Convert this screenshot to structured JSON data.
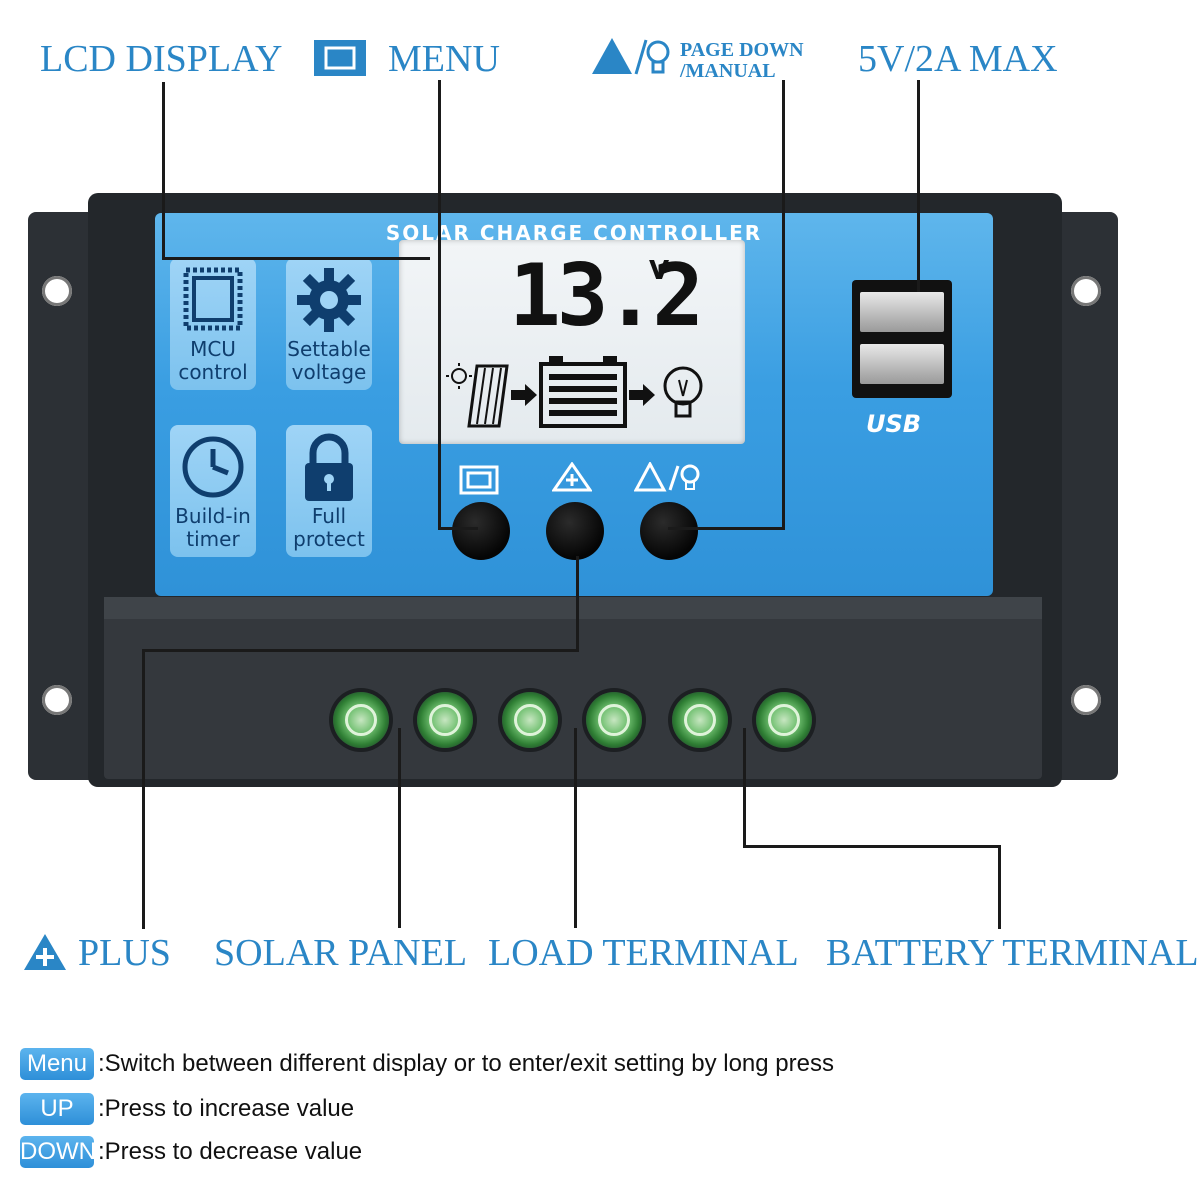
{
  "callouts": {
    "lcd_display": "LCD DISPLAY",
    "menu": "MENU",
    "page_down_line1": "PAGE DOWN",
    "page_down_line2": "/MANUAL",
    "usb_max": "5V/2A MAX",
    "plus": "PLUS",
    "solar_panel": "SOLAR PANEL",
    "load_terminal": "LOAD TERMINAL",
    "battery_terminal": "BATTERY TERMINAL"
  },
  "device": {
    "title": "SOLAR CHARGE CONTROLLER",
    "lcd": {
      "reading": "13.2",
      "unit": "V"
    },
    "features": [
      {
        "line1": "MCU",
        "line2": "control",
        "icon": "chip-icon"
      },
      {
        "line1": "Settable",
        "line2": "voltage",
        "icon": "gear-icon"
      },
      {
        "line1": "Build-in",
        "line2": "timer",
        "icon": "clock-icon"
      },
      {
        "line1": "Full",
        "line2": "protect",
        "icon": "lock-icon"
      }
    ],
    "usb_label": "USB"
  },
  "legend": [
    {
      "badge": "Menu",
      "text": ":Switch between different display or to enter/exit setting by long press"
    },
    {
      "badge": "UP",
      "text": ":Press to increase value"
    },
    {
      "badge": "DOWN",
      "text": ":Press to decrease value"
    }
  ],
  "colors": {
    "accent": "#2a86c6",
    "panel": "#3a9ee2",
    "housing": "#2a2e33",
    "terminal": "#6fbf6f"
  }
}
